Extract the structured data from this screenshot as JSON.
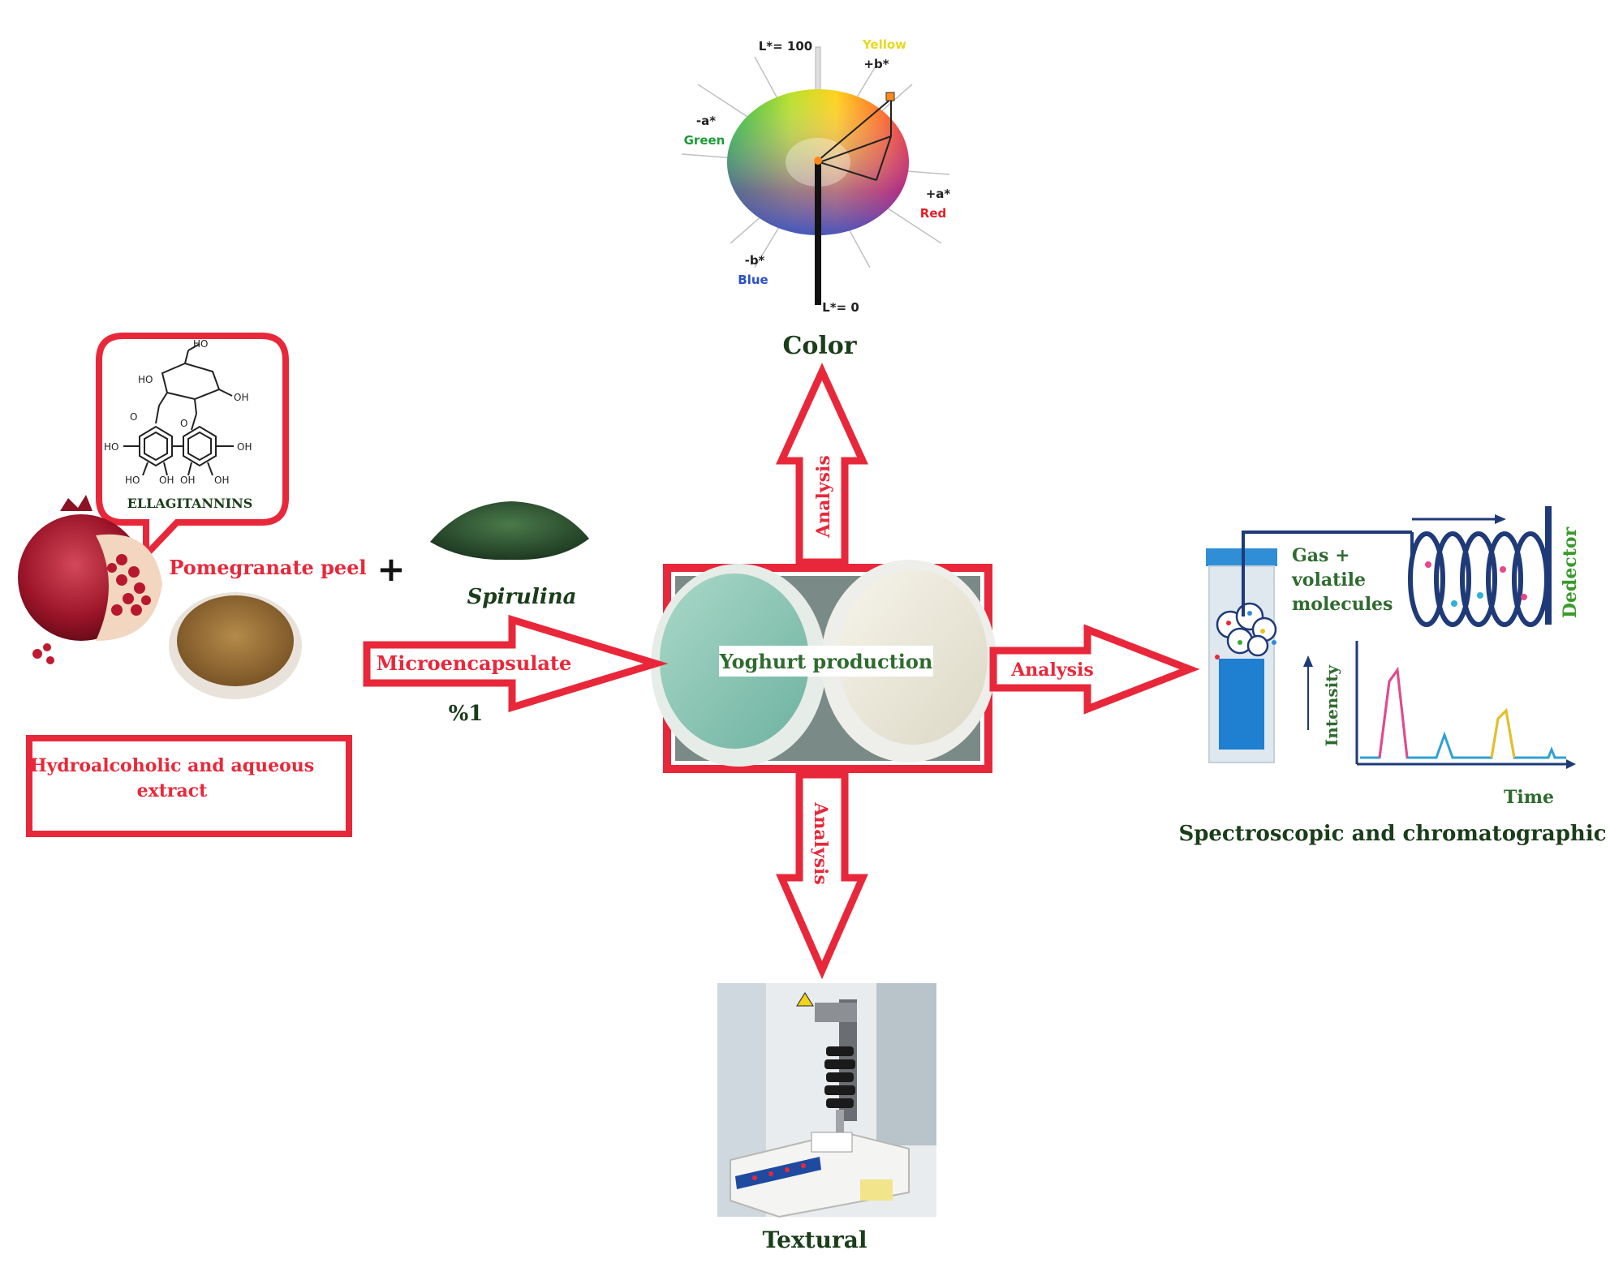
{
  "colors": {
    "accent_red": "#e8283a",
    "label_green": "#2e6b2e",
    "detector_green": "#3a9a2a",
    "navy": "#1f3a78"
  },
  "center": {
    "label": "Yoghurt production"
  },
  "arrows": {
    "up_label": "Analysis",
    "down_label": "Analysis",
    "right_label": "Analysis",
    "input_label": "Microencapsulate",
    "input_percent": "%1"
  },
  "inputs": {
    "molecule_label": "ELLAGITANNINS",
    "pomegranate_label": "Pomegranate peel",
    "plus": "+",
    "spirulina_label": "Spirulina",
    "extract_label_line1": "Hydroalcoholic and aqueous",
    "extract_label_line2": "extract"
  },
  "color_panel": {
    "title": "Color",
    "l_top": "L*= 100",
    "l_bottom": "L*= 0",
    "yellow": "Yellow",
    "plus_b": "+b*",
    "minus_a": "-a*",
    "green": "Green",
    "plus_a": "+a*",
    "red": "Red",
    "minus_b": "-b*",
    "blue": "Blue"
  },
  "gc_panel": {
    "gas_line1": "Gas +",
    "gas_line2": "volatile",
    "gas_line3": "molecules",
    "detector": "Dedector",
    "intensity": "Intensity",
    "time": "Time",
    "caption": "Spectroscopic and chromatographic"
  },
  "texture_panel": {
    "title": "Textural"
  },
  "chem": {
    "ho": "HO",
    "oh": "OH",
    "o": "O"
  }
}
